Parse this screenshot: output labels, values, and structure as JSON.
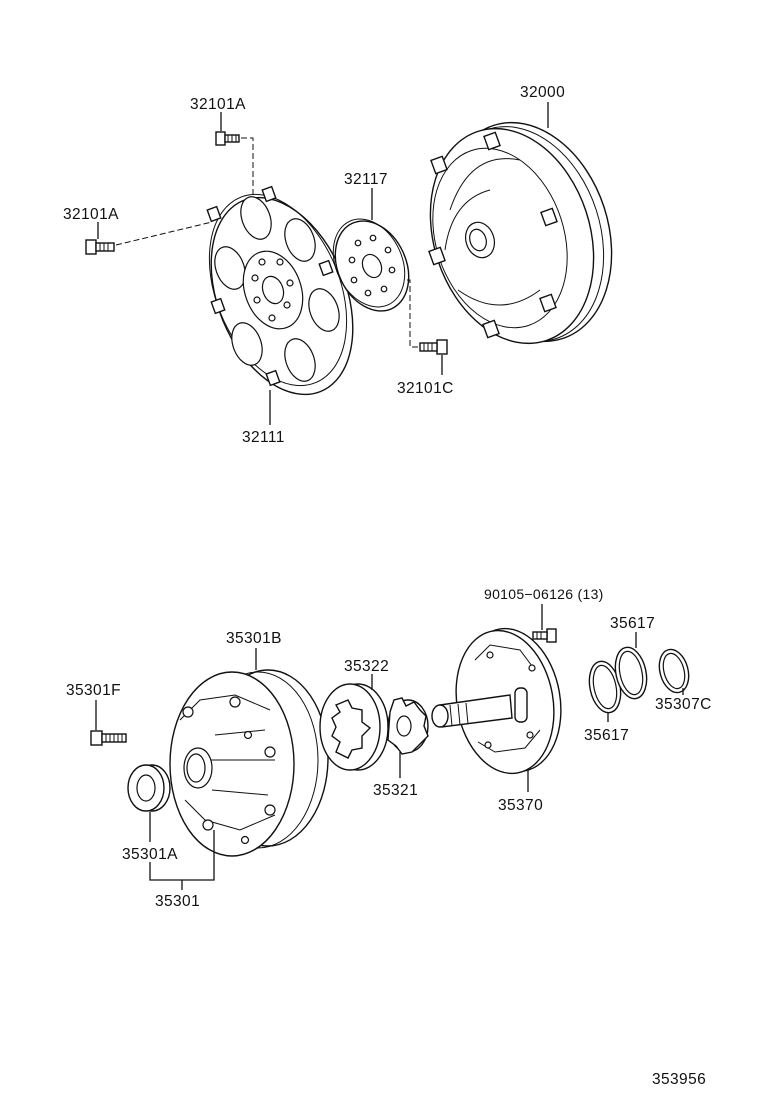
{
  "parts": {
    "p32101A_top": "32101A",
    "p32101A_left": "32101A",
    "p32000": "32000",
    "p32117": "32117",
    "p32101C": "32101C",
    "p32111": "32111",
    "p90105": "90105−06126 (13)",
    "p35617_top": "35617",
    "p35617_bottom": "35617",
    "p35307C": "35307C",
    "p35301B": "35301B",
    "p35322": "35322",
    "p35301F": "35301F",
    "p35321": "35321",
    "p35370": "35370",
    "p35301A": "35301A",
    "p35301": "35301"
  },
  "diagram_id": "353956"
}
